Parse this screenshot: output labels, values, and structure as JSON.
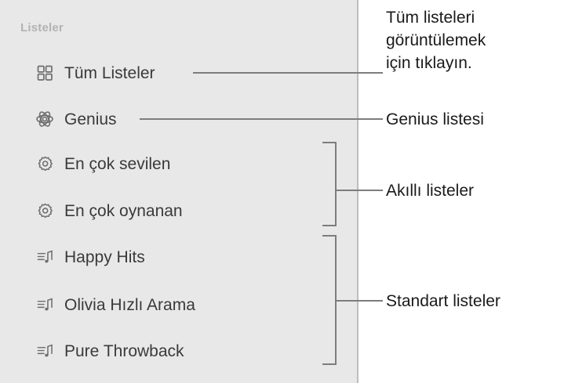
{
  "sidebar": {
    "header": "Listeler",
    "background_color": "#e8e8e8",
    "items": [
      {
        "label": "Tüm Listeler",
        "icon": "grid-icon",
        "kind": "all-lists"
      },
      {
        "label": "Genius",
        "icon": "genius-atom-icon",
        "kind": "genius"
      },
      {
        "label": "En çok sevilen",
        "icon": "gear-icon",
        "kind": "smart-playlist"
      },
      {
        "label": "En çok oynanan",
        "icon": "gear-icon",
        "kind": "smart-playlist"
      },
      {
        "label": "Happy Hits",
        "icon": "playlist-note-icon",
        "kind": "standard-playlist"
      },
      {
        "label": "Olivia Hızlı Arama",
        "icon": "playlist-note-icon",
        "kind": "standard-playlist"
      },
      {
        "label": "Pure Throwback",
        "icon": "playlist-note-icon",
        "kind": "standard-playlist"
      }
    ]
  },
  "annotations": [
    {
      "text": "Tüm listeleri\ngörüntülemek\niçin tıklayın.",
      "target": "Tüm Listeler",
      "connector": "line"
    },
    {
      "text": "Genius listesi",
      "target": "Genius",
      "connector": "line"
    },
    {
      "text": "Akıllı listeler",
      "target": "En çok sevilen / En çok oynanan",
      "connector": "bracket"
    },
    {
      "text": "Standart listeler",
      "target": "Happy Hits / Olivia Hızlı Arama / Pure Throwback",
      "connector": "bracket"
    }
  ],
  "colors": {
    "sidebar_background": "#e8e8e8",
    "header_text": "#b3b3b3",
    "item_text": "#3a3a3a",
    "icon": "#6e6e6e",
    "annotation_text": "#1a1a1a",
    "connector": "#7d7d7d",
    "divider": "#bdbdbd"
  }
}
